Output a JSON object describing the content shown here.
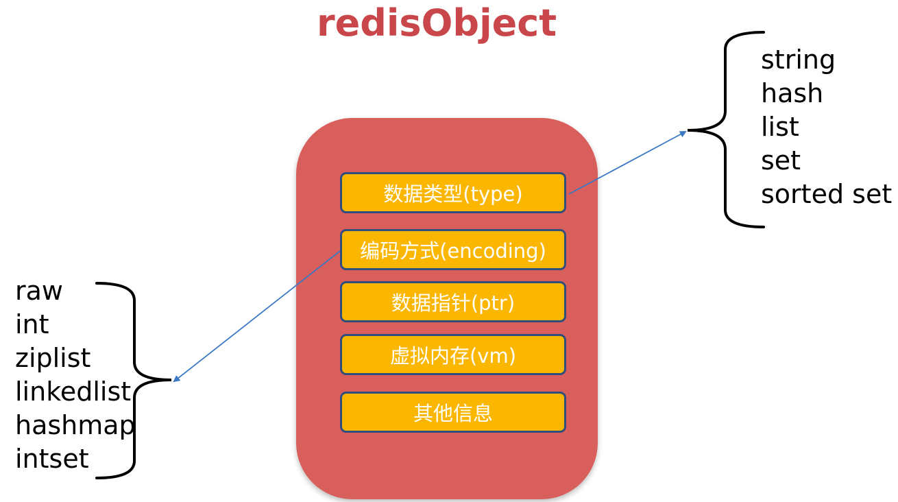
{
  "title": "redisObject",
  "fields": [
    {
      "label": "数据类型(type)"
    },
    {
      "label": "编码方式(encoding)"
    },
    {
      "label": "数据指针(ptr)"
    },
    {
      "label": "虚拟内存(vm)"
    },
    {
      "label": "其他信息"
    }
  ],
  "types": [
    "string",
    "hash",
    "list",
    "set",
    "sorted set"
  ],
  "encodings": [
    "raw",
    "int",
    "ziplist",
    "linkedlist",
    "hashmap",
    "intset"
  ],
  "colors": {
    "title": "#c9474b",
    "container": "#d95f5c",
    "field_fill": "#fbb600",
    "field_border": "#2f4d7d",
    "arrow": "#3b78c4"
  }
}
